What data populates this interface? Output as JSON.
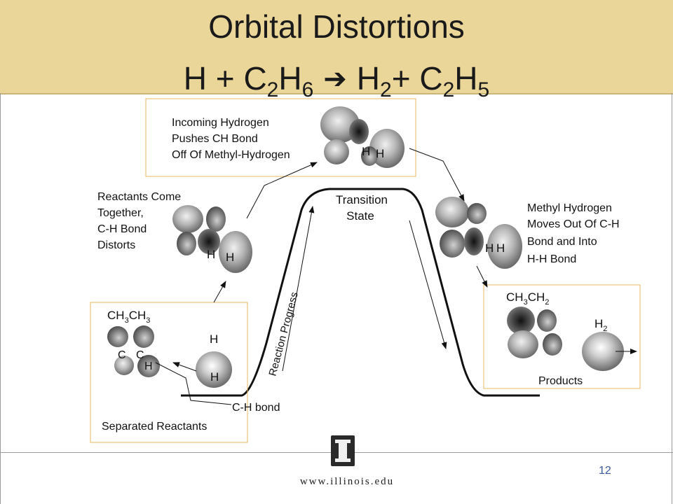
{
  "slide": {
    "title_line1": "Orbital Distortions",
    "title_line2": {
      "part1": "H + C",
      "sub1": "2",
      "part2": "H",
      "sub2": "6",
      "arrow": "➔",
      "part3": "H",
      "sub3": "2",
      "part4": "+ C",
      "sub4": "2",
      "part5": "H",
      "sub5": "5"
    },
    "page_number": "12",
    "website": "www.illinois.edu"
  },
  "diagram": {
    "axis_label": "Reaction Progress",
    "transition_state": {
      "line1": "Transition",
      "line2": "State"
    },
    "incoming_box": {
      "line1": "Incoming Hydrogen",
      "line2": "Pushes CH Bond",
      "line3": "Off Of Methyl-Hydrogen",
      "h1": "H",
      "h2": "H"
    },
    "reactants_come": {
      "line1": "Reactants Come",
      "line2": "Together,",
      "line3": "C-H Bond",
      "line4": "Distorts",
      "h1": "H",
      "h2": "H"
    },
    "methyl_moves": {
      "line1": "Methyl Hydrogen",
      "line2": "Moves Out Of C-H",
      "line3": "Bond and Into",
      "line4": "H-H Bond",
      "h1": "H",
      "h2": "H"
    },
    "separated_box": {
      "formula_c1": "CH",
      "formula_s1": "3",
      "formula_c2": "CH",
      "formula_s2": "3",
      "c1": "C",
      "c2": "C",
      "h_small": "H",
      "h_top": "H",
      "h_bottom": "H",
      "bond_label": "C-H bond",
      "caption": "Separated Reactants"
    },
    "products_box": {
      "formula_c1": "CH",
      "formula_s1": "3",
      "formula_c2": "CH",
      "formula_s2": "2",
      "h2_main": "H",
      "h2_sub": "2",
      "caption": "Products"
    }
  },
  "colors": {
    "header_bg": "#EBD699",
    "box_border": "#E8B860",
    "curve": "#111111"
  }
}
